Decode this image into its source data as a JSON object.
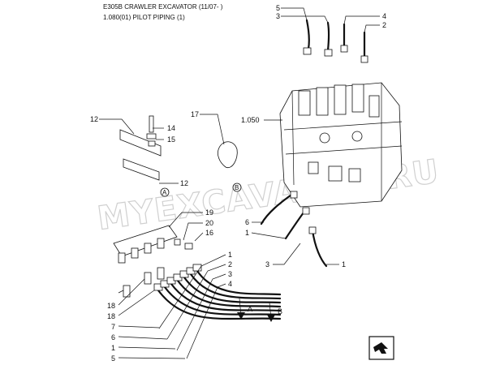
{
  "header": {
    "line1": "E305B CRAWLER EXCAVATOR (11/07- )",
    "line2": "1.080(01) PILOT PIPING (1)"
  },
  "watermark": "MYEXCAVATOR.RU",
  "callouts": {
    "top_5": "5",
    "top_3": "3",
    "top_4": "4",
    "top_2": "2",
    "c12": "12",
    "c14": "14",
    "c15": "15",
    "c17": "17",
    "c1050": "1.050",
    "c12b": "12",
    "c19": "19",
    "c20": "20",
    "c16": "16",
    "c6": "6",
    "c1a": "1",
    "c3": "3",
    "c1b": "1",
    "left_1": "1",
    "left_2": "2",
    "left_3": "3",
    "left_4": "4",
    "c18a": "18",
    "c18b": "18",
    "c7": "7",
    "c6b": "6",
    "c1c": "1",
    "c5b": "5"
  },
  "markers": {
    "a_circle": "A",
    "b_circle": "B",
    "arrow_a": "A",
    "arrow_b": "B"
  },
  "nav_icon": "page-nav-arrow-icon"
}
